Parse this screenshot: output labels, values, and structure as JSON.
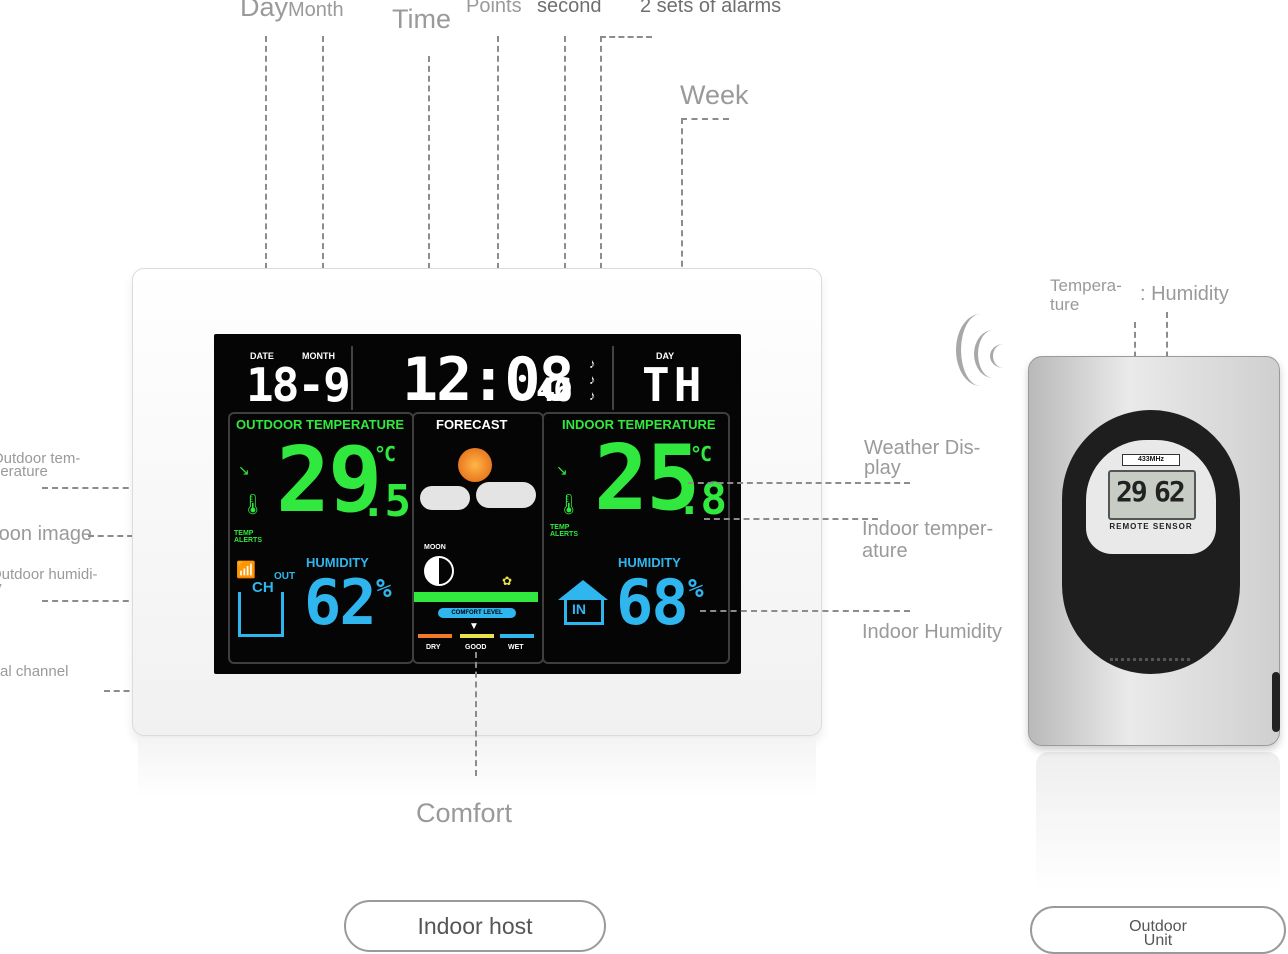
{
  "top_labels": {
    "day": "Day",
    "month": "Month",
    "time": "Time",
    "points": "Points",
    "second": "second",
    "alarms": "2 sets of alarms",
    "week": "Week"
  },
  "left_labels": {
    "outdoor_temp": "Outdoor tem-\nperature",
    "moon_image": "Moon image",
    "outdoor_humidity": "Outdoor humidi-\nty",
    "signal_channel": "Signal channel"
  },
  "right_labels": {
    "weather_display": "Weather Dis-\nplay",
    "indoor_temperature": "Indoor temper-\nature",
    "indoor_humidity": "Indoor Humidity"
  },
  "sensor_labels": {
    "temperature": "Tempera-\nture",
    "humidity": ": Humidity"
  },
  "bottom_labels": {
    "comfort": "Comfort",
    "indoor_host": "Indoor host",
    "outdoor_unit": "Outdoor\nUnit"
  },
  "lcd": {
    "date_label": "DATE",
    "month_label": "MONTH",
    "date_value": "18-9",
    "time_value": "12:08",
    "seconds_value": "46",
    "day_label": "DAY",
    "day_value": "TH",
    "outdoor_title": "OUTDOOR TEMPERATURE",
    "outdoor_temp": "29",
    "outdoor_temp_dec": ".5",
    "temp_unit": "°C",
    "temp_alerts": "TEMP ALERTS",
    "humidity_title": "HUMIDITY",
    "outdoor_humidity": "62",
    "percent": "%",
    "ch_label": "CH",
    "out_label": "OUT",
    "forecast_title": "FORECAST",
    "moon_label": "MOON",
    "comfort_level": "COMFORT LEVEL",
    "dry": "DRY",
    "good": "GOOD",
    "wet": "WET",
    "indoor_title": "INDOOR TEMPERATURE",
    "indoor_temp": "25",
    "indoor_temp_dec": ".8",
    "in_label": "IN",
    "indoor_humidity": "68"
  },
  "sensor": {
    "band": "433MHz",
    "temp": "29",
    "humidity": "62",
    "caption": "REMOTE SENSOR"
  },
  "colors": {
    "outdoor_accent": "#31e83e",
    "humidity_accent": "#2fb6ee",
    "comfort_dry": "#f07a2a",
    "comfort_good": "#e8e34a",
    "comfort_wet": "#2fb6ee"
  }
}
